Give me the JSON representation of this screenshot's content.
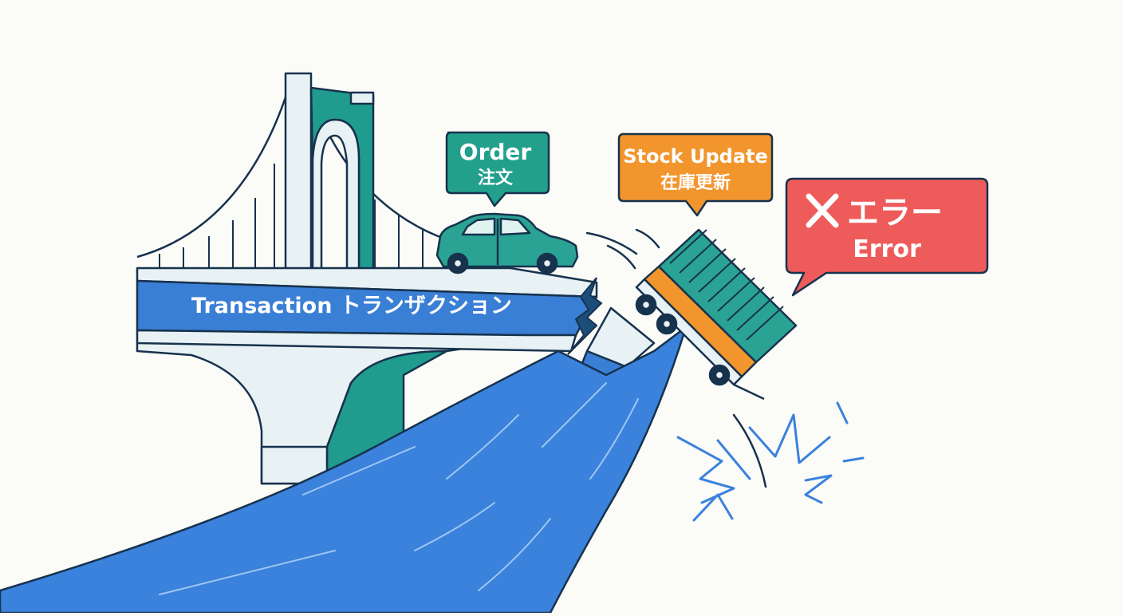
{
  "labels": {
    "bridge": "Transaction トランザクション",
    "order_en": "Order",
    "order_ja": "注文",
    "stock_en": "Stock Update",
    "stock_ja": "在庫更新",
    "error_ja": "エラー",
    "error_en": "Error"
  },
  "icons": {
    "error_mark": "cross-mark-icon"
  },
  "colors": {
    "background": "#fbfbf8",
    "outline": "#17324d",
    "bridge_blue": "#3a7fd6",
    "teal": "#1f9c8e",
    "teal_light": "#3db3a3",
    "order_bubble": "#22a08c",
    "stock_bubble": "#f2952c",
    "error_bubble": "#ee5b5b",
    "pale_structure": "#e8f1f4"
  }
}
